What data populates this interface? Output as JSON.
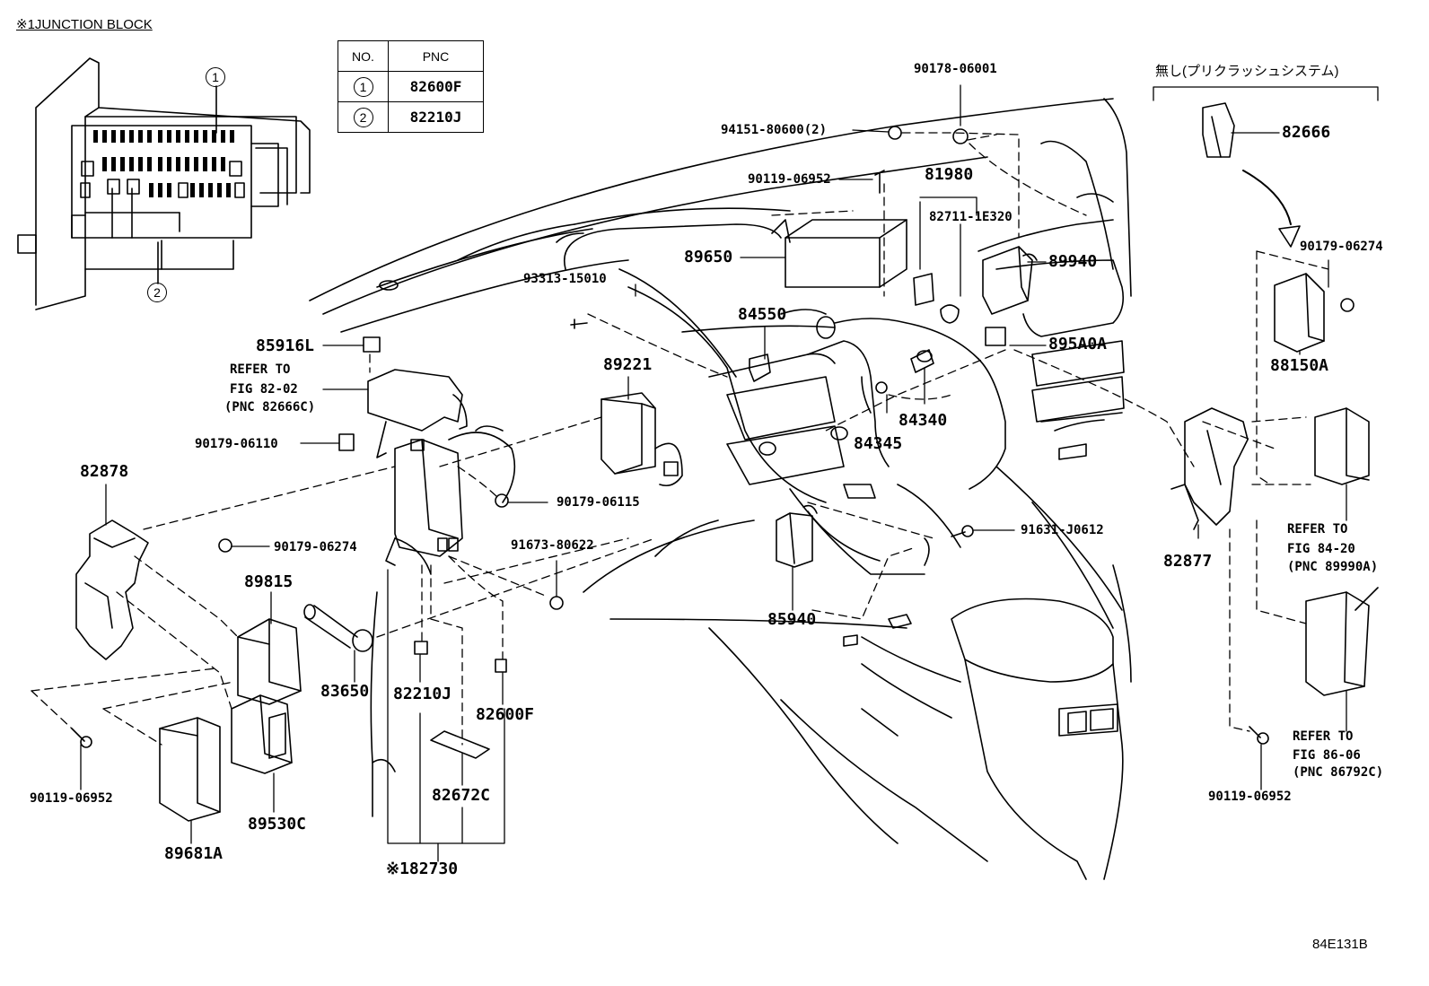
{
  "junction_block_title": "※1JUNCTION BLOCK",
  "pnc_table": {
    "headers": [
      "NO.",
      "PNC"
    ],
    "rows": [
      {
        "no": "1",
        "pnc": "82600F"
      },
      {
        "no": "2",
        "pnc": "82210J"
      }
    ]
  },
  "callouts": {
    "c1": "1",
    "c2": "2"
  },
  "group_label_jp": "無し(プリクラッシュシステム)",
  "parts": {
    "p90178_06001": "90178-06001",
    "p94151_80600": "94151-80600(2)",
    "p90119_06952_top": "90119-06952",
    "p81980": "81980",
    "p82711_1E320": "82711-1E320",
    "p89650": "89650",
    "p89940": "89940",
    "p93313_15010": "93313-15010",
    "p84550": "84550",
    "p895A0A": "895A0A",
    "p89221": "89221",
    "p84340": "84340",
    "p84345": "84345",
    "p85916L": "85916L",
    "p90179_06110": "90179-06110",
    "p82878": "82878",
    "p90179_06115": "90179-06115",
    "p91673_80622": "91673-80622",
    "p90179_06274_left": "90179-06274",
    "p89815": "89815",
    "p83650": "83650",
    "p82210J": "82210J",
    "p82600F": "82600F",
    "p82672C": "82672C",
    "p85940": "85940",
    "p91631_J0612": "91631-J0612",
    "p90119_06952_left": "90119-06952",
    "p89681A": "89681A",
    "p89530C": "89530C",
    "p82730": "※182730",
    "p82666": "82666",
    "p90179_06274_right": "90179-06274",
    "p88150A": "88150A",
    "p82877": "82877",
    "p90119_06952_right": "90119-06952"
  },
  "refer_notes": {
    "fig82": {
      "line1": "REFER TO",
      "line2": "FIG 82-02",
      "line3": "(PNC 82666C)"
    },
    "fig84": {
      "line1": "REFER TO",
      "line2": "FIG 84-20",
      "line3": "(PNC 89990A)"
    },
    "fig86": {
      "line1": "REFER TO",
      "line2": "FIG 86-06",
      "line3": "(PNC 86792C)"
    }
  },
  "figure_code": "84E131B"
}
